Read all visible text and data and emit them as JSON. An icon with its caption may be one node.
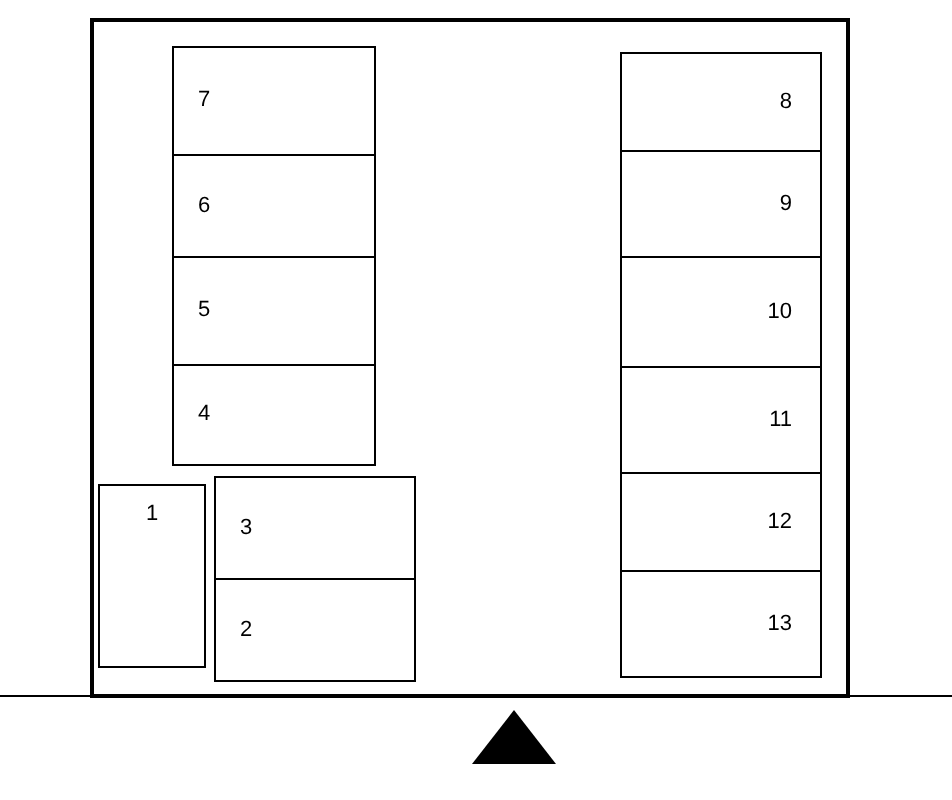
{
  "diagram": {
    "nodes": [
      {
        "text": [],
        "shape": "box"
      },
      {
        "text": [
          "1"
        ],
        "in": 0
      },
      {
        "text": [
          "2"
        ],
        "in": 0
      },
      {
        "text": [
          "3"
        ],
        "in": 0
      },
      {
        "text": [
          "4"
        ],
        "in": 0
      },
      {
        "text": [
          "5"
        ],
        "in": 0
      },
      {
        "text": [
          "6"
        ],
        "in": 0
      },
      {
        "text": [
          "7"
        ],
        "in": 0
      },
      {
        "text": [
          "8"
        ],
        "in": 0
      },
      {
        "text": [
          "9"
        ],
        "in": 0
      },
      {
        "text": [
          "10"
        ],
        "in": 0
      },
      {
        "text": [
          "11"
        ],
        "in": 0
      },
      {
        "text": [
          "12"
        ],
        "in": 0
      },
      {
        "text": [
          "13"
        ],
        "in": 0
      }
    ],
    "edges": []
  }
}
